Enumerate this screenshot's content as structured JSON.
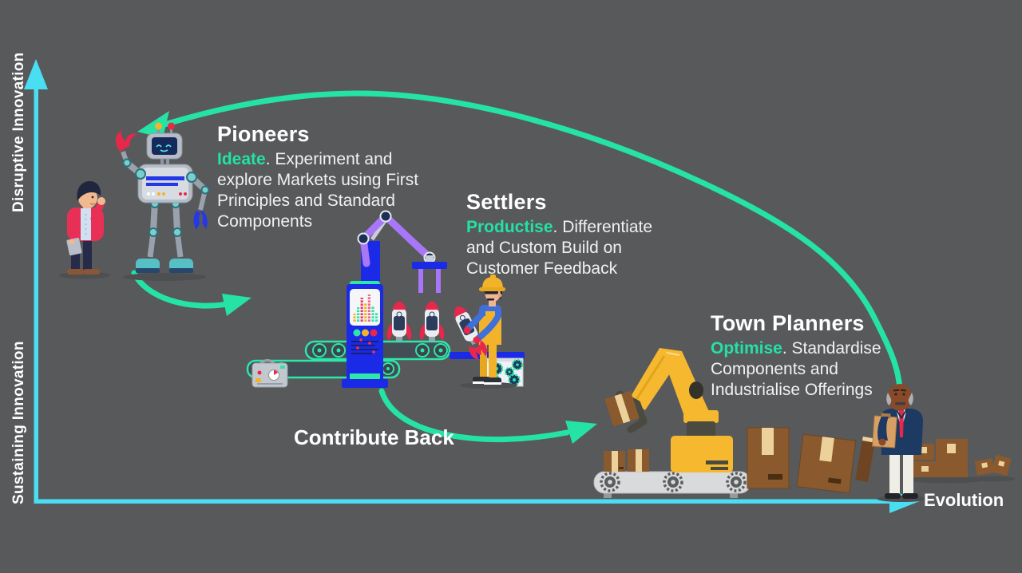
{
  "colors": {
    "background": "#58595b",
    "accent_green": "#22e2a6",
    "accent_cyan": "#4adef2",
    "text_primary": "#ffffff",
    "text_body": "#f1f1f2"
  },
  "axes": {
    "y_top": "Disruptive Innovation",
    "y_bottom": "Sustaining Innovation",
    "x_right": "Evolution"
  },
  "stages": [
    {
      "id": "pioneers",
      "title": "Pioneers",
      "keyword": "Ideate",
      "description": ". Experiment and explore Markets using First Principles and Standard Components"
    },
    {
      "id": "settlers",
      "title": "Settlers",
      "keyword": "Productise",
      "description": ". Differentiate and Custom Build on Customer Feedback"
    },
    {
      "id": "town_planners",
      "title": "Town Planners",
      "keyword": "Optimise",
      "description": ". Standardise Components and Industrialise Offerings"
    }
  ],
  "labels": {
    "contribute_back": "Contribute Back"
  },
  "icons": {
    "arrows": [
      "feedback-loop-arrow",
      "pioneer-to-settler-arrow",
      "contribute-back-arrow",
      "y-axis-arrow",
      "x-axis-arrow"
    ],
    "figures": [
      "pioneer-person",
      "pioneer-robot",
      "assembly-machine",
      "conveyor-belt",
      "rocket",
      "settler-worker",
      "gear-box",
      "excavator-crane",
      "warehouse-conveyor",
      "cardboard-box",
      "town-planner-inspector"
    ]
  }
}
